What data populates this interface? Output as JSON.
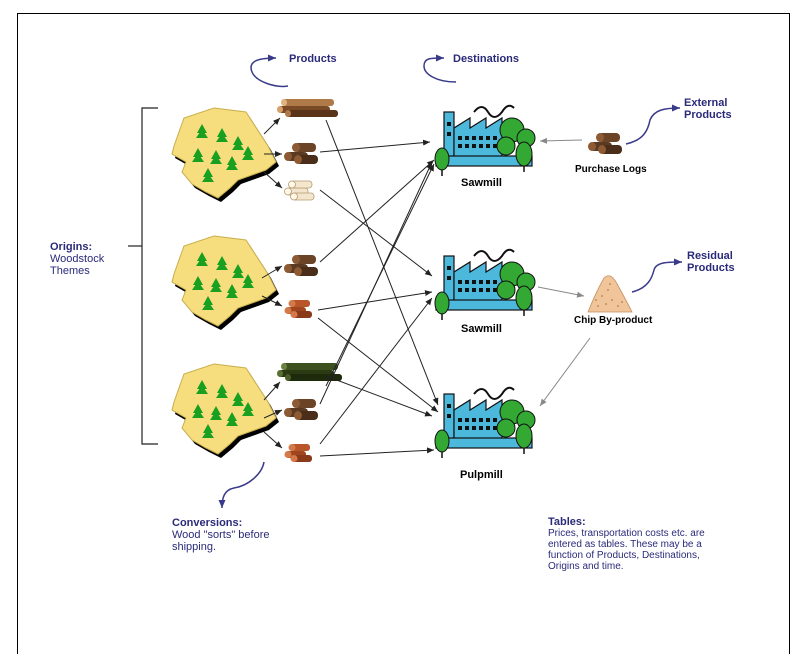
{
  "labels": {
    "products": "Products",
    "destinations": "Destinations",
    "external_products": [
      "External",
      "Products"
    ],
    "residual_products": [
      "Residual",
      "Products"
    ],
    "origins_title": "Origins:",
    "origins_sub": [
      "Woodstock",
      "Themes"
    ],
    "conversions_title": "Conversions:",
    "conversions_sub": [
      "Wood \"sorts\" before",
      "shipping."
    ],
    "tables_title": "Tables:",
    "tables_sub": [
      "Prices, transportation costs etc. are",
      "entered as tables. These may be a",
      "function of  Products, Destinations,",
      "Origins and time."
    ],
    "sawmill_1": "Sawmill",
    "sawmill_2": "Sawmill",
    "pulpmill": "Pulpmill",
    "purchase_logs": "Purchase Logs",
    "chip_byproduct": "Chip By-product"
  },
  "colors": {
    "navy_text": "#2a2a7a",
    "forest_ground": "#f6de7e",
    "tree_green": "#1aa020",
    "factory_blue": "#4bb8dc",
    "log_brown": "#5a3a22",
    "log_red": "#a0461e",
    "log_light": "#f3e6cc",
    "log_dark_green": "#2c3a14",
    "chip_pile": "#f1c59a"
  },
  "icons": [
    "forest-origin-icon",
    "log-bundle-icon",
    "mill-factory-icon",
    "chip-pile-icon",
    "curved-arrow-icon"
  ]
}
